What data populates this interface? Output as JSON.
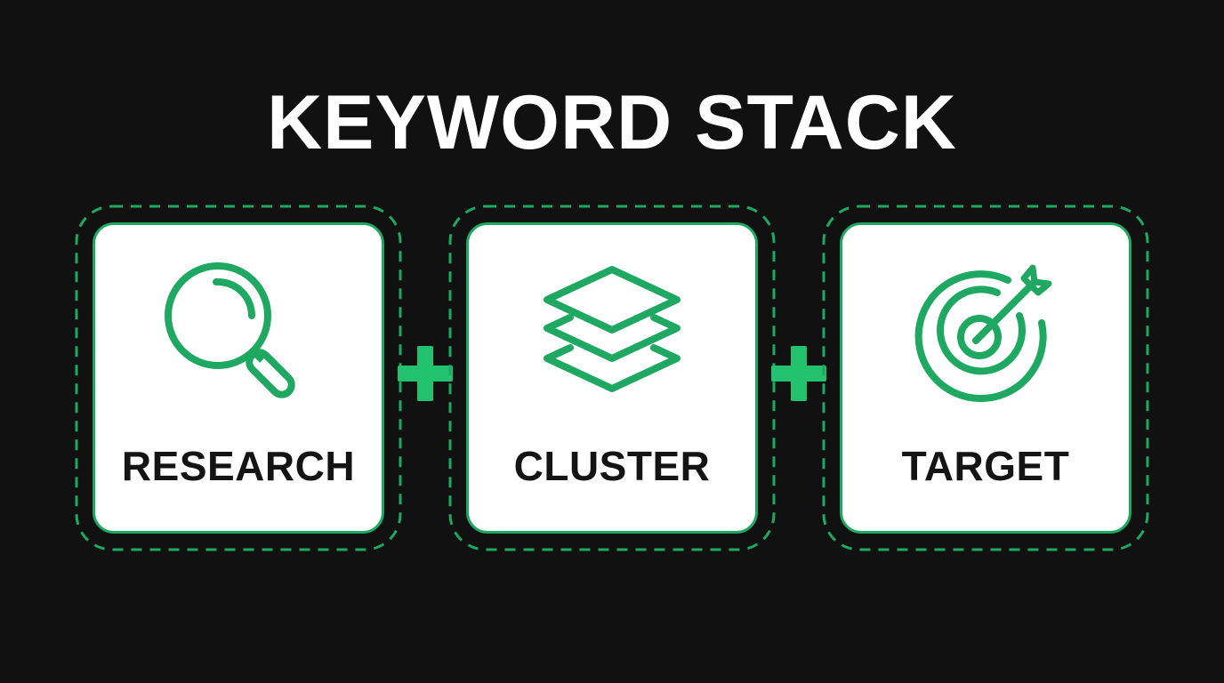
{
  "title": "KEYWORD STACK",
  "colors": {
    "background": "#111111",
    "accent_green": "#1ea862",
    "plus_green": "#22c26f",
    "card_bg": "#ffffff",
    "label_text": "#141414",
    "title_text": "#ffffff"
  },
  "steps": [
    {
      "label": "RESEARCH",
      "icon": "magnifying-glass-icon"
    },
    {
      "label": "CLUSTER",
      "icon": "layers-stack-icon"
    },
    {
      "label": "TARGET",
      "icon": "target-arrow-icon"
    }
  ],
  "connectors": [
    {
      "symbol": "+",
      "icon": "plus-icon"
    },
    {
      "symbol": "+",
      "icon": "plus-icon"
    }
  ]
}
